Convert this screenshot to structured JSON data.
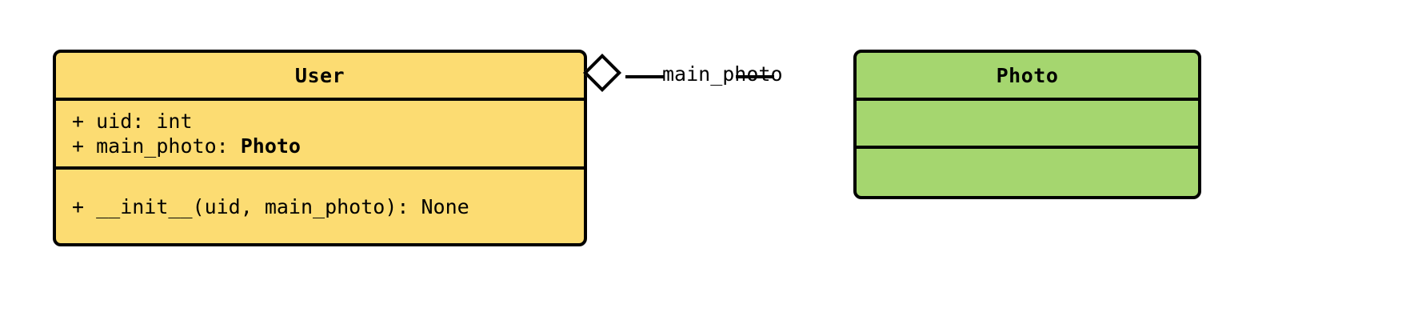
{
  "diagram": {
    "type": "uml-class-diagram",
    "background_color": "#ffffff",
    "classes": [
      {
        "id": "user",
        "name": "User",
        "fill_color": "#FCDC72",
        "border_color": "#000000",
        "attributes": [
          {
            "text_prefix": "+ uid: int",
            "type_ref": ""
          },
          {
            "text_prefix": "+ main_photo: ",
            "type_ref": "Photo"
          }
        ],
        "methods": [
          {
            "text_prefix": "+ __init__(uid, main_photo): None",
            "type_ref": ""
          }
        ]
      },
      {
        "id": "photo",
        "name": "Photo",
        "fill_color": "#A5D66F",
        "border_color": "#000000",
        "attributes": [],
        "methods": []
      }
    ],
    "relationship": {
      "kind": "aggregation",
      "label": "main_photo",
      "source": "User",
      "target": "Photo",
      "diamond_fill": "#ffffff",
      "diamond_border": "#000000"
    }
  }
}
